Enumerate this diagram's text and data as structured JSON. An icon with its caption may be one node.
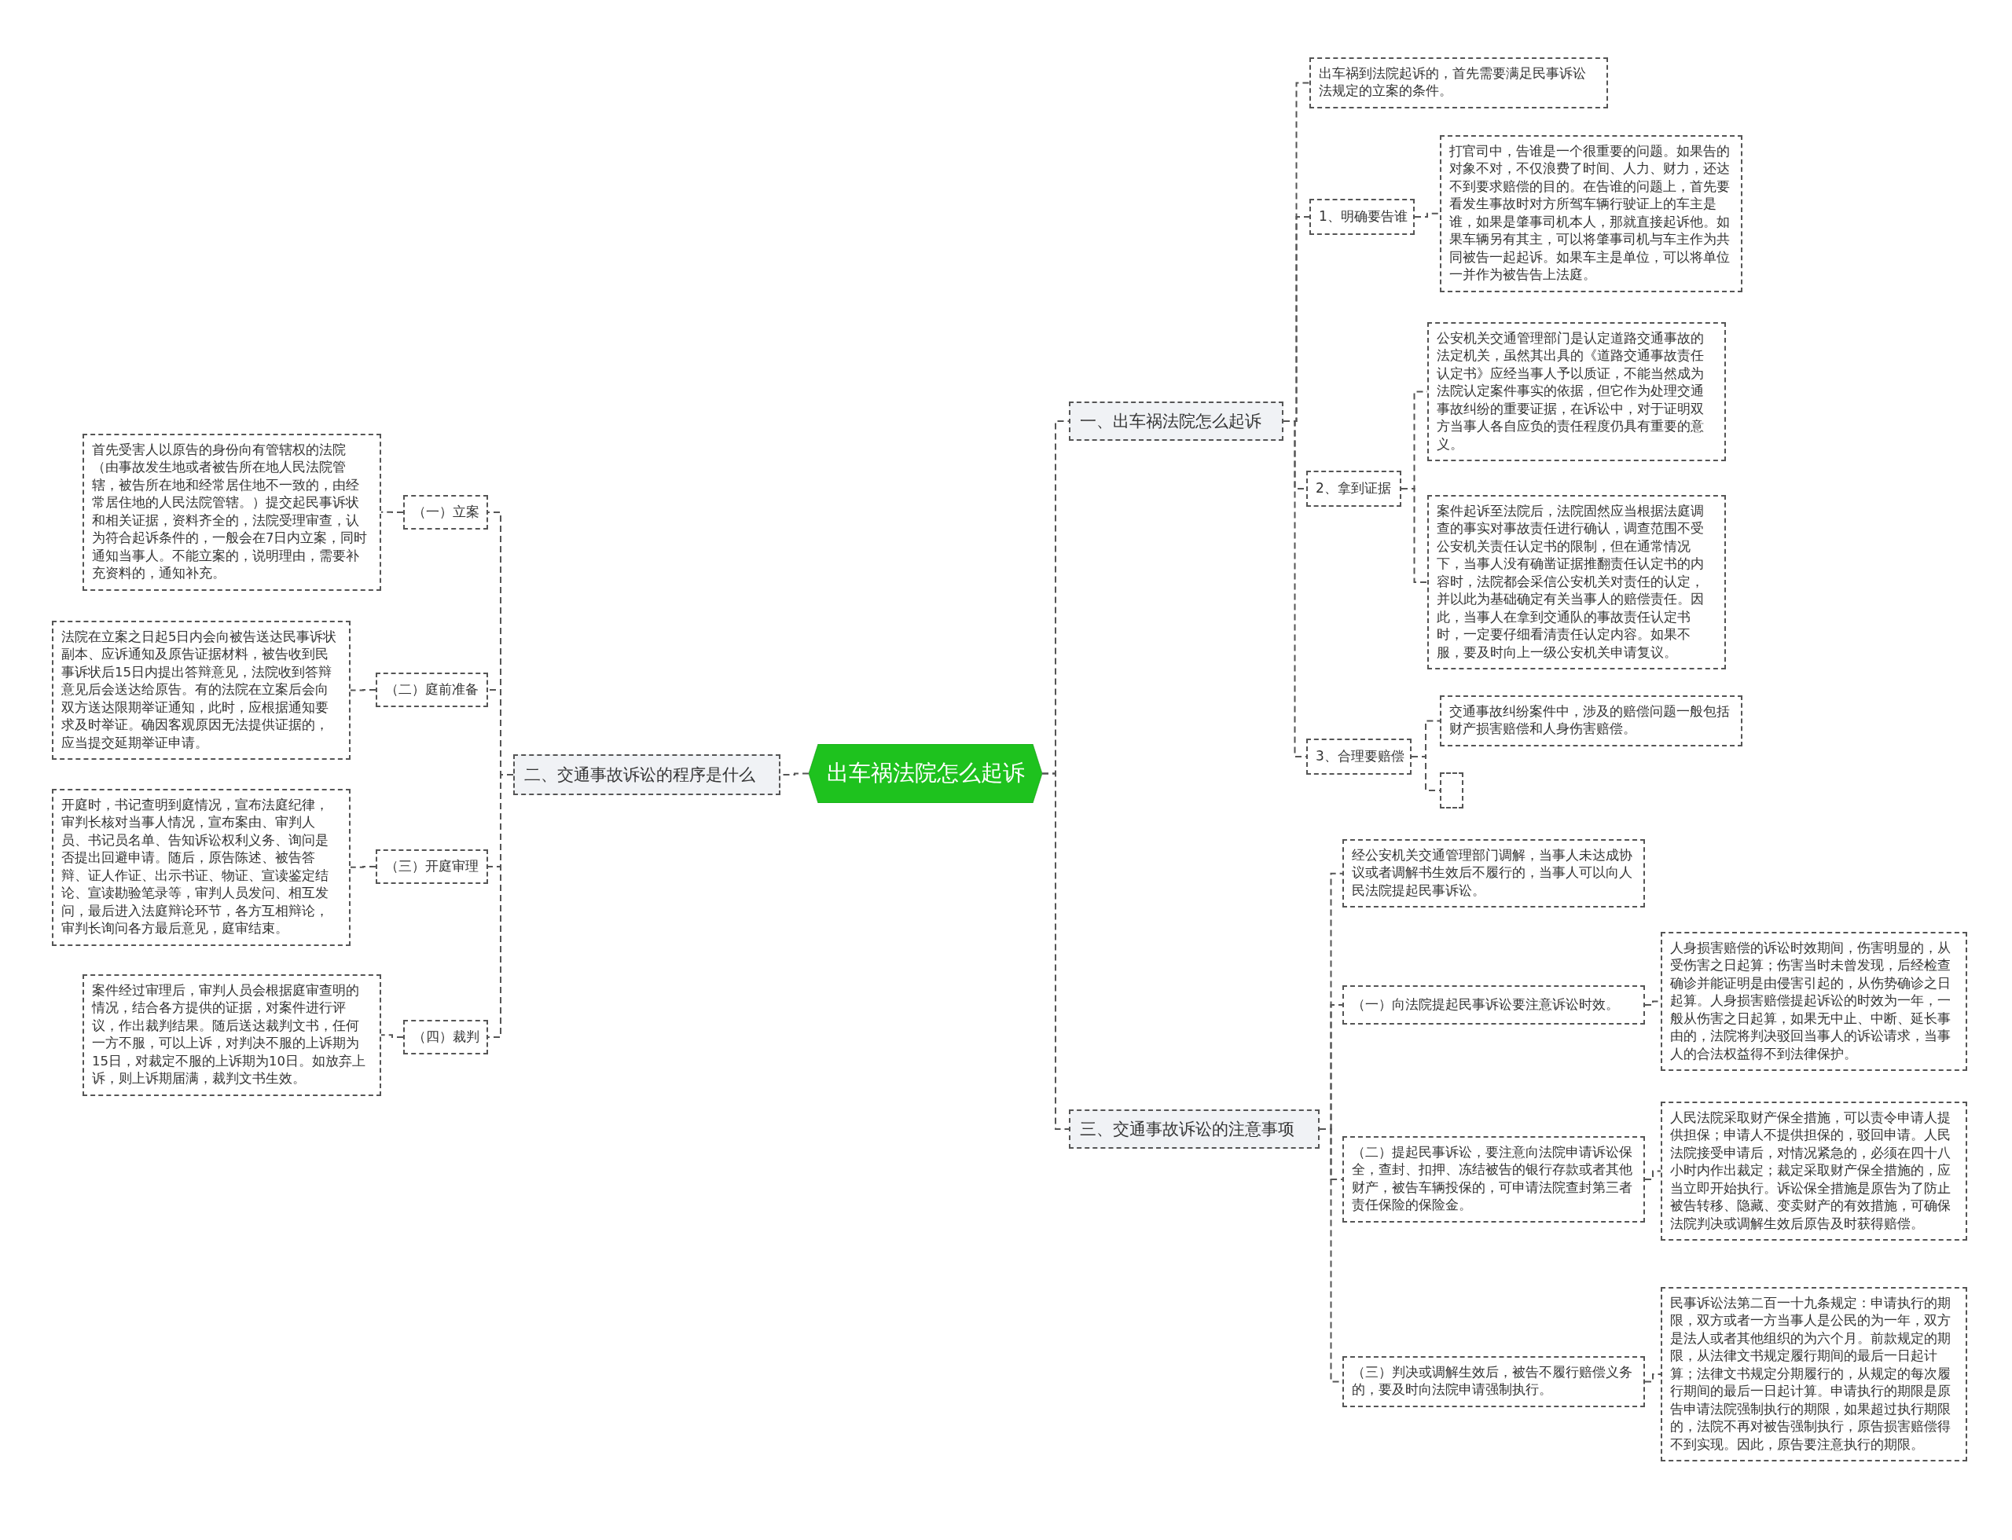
{
  "diagram": {
    "nodes": [
      {
        "text": [
          "出车祸法院怎么起诉"
        ]
      },
      {
        "text": [
          "一、出车祸法院怎么起诉"
        ]
      },
      {
        "text": [
          "出车祸到法院起诉的，首先需要满足民事诉讼法规定的立案的条件。"
        ]
      },
      {
        "text": [
          "1、明确要告谁"
        ]
      },
      {
        "text": [
          "打官司中，告谁是一个很重要的问题。如果告的对象不对，不仅浪费了时间、人力、财力，还达不到要求赔偿的目的。在告谁的问题上，首先要看发生事故时对方所驾车辆行驶证上的车主是谁，如果是肇事司机本人，那就直接起诉他。如果车辆另有其主，可以将肇事司机与车主作为共同被告一起起诉。如果车主是单位，可以将单位一并作为被告告上法庭。"
        ]
      },
      {
        "text": [
          "2、拿到证据"
        ]
      },
      {
        "text": [
          "公安机关交通管理部门是认定道路交通事故的法定机关，虽然其出具的《道路交通事故责任认定书》应经当事人予以质证，不能当然成为法院认定案件事实的依据，但它作为处理交通事故纠纷的重要证据，在诉讼中，对于证明双方当事人各自应负的责任程度仍具有重要的意义。"
        ]
      },
      {
        "text": [
          "案件起诉至法院后，法院固然应当根据法庭调查的事实对事故责任进行确认，调查范围不受公安机关责任认定书的限制，但在通常情况下，当事人没有确凿证据推翻责任认定书的内容时，法院都会采信公安机关对责任的认定，并以此为基础确定有关当事人的赔偿责任。因此，当事人在拿到交通队的事故责任认定书时，一定要仔细看清责任认定内容。如果不服，要及时向上一级公安机关申请复议。"
        ]
      },
      {
        "text": [
          "3、合理要赔偿"
        ]
      },
      {
        "text": [
          "交通事故纠纷案件中，涉及的赔偿问题一般包括财产损害赔偿和人身伤害赔偿。"
        ]
      },
      {
        "text": [],
        "shape": "box"
      },
      {
        "text": [
          "二、交通事故诉讼的程序是什么"
        ]
      },
      {
        "text": [
          "（一）立案"
        ]
      },
      {
        "text": [
          "首先受害人以原告的身份向有管辖权的法院（由事故发生地或者被告所在地人民法院管辖，被告所在地和经常居住地不一致的，由经常居住地的人民法院管辖。）提交起民事诉状和相关证据，资料齐全的，法院受理审查，认为符合起诉条件的，一般会在7日内立案，同时通知当事人。不能立案的，说明理由，需要补充资料的，通知补充。"
        ]
      },
      {
        "text": [
          "（二）庭前准备"
        ]
      },
      {
        "text": [
          "法院在立案之日起5日内会向被告送达民事诉状副本、应诉通知及原告证据材料，被告收到民事诉状后15日内提出答辩意见，法院收到答辩意见后会送达给原告。有的法院在立案后会向双方送达限期举证通知，此时，应根据通知要求及时举证。确因客观原因无法提供证据的，应当提交延期举证申请。"
        ]
      },
      {
        "text": [
          "（三）开庭审理"
        ]
      },
      {
        "text": [
          "开庭时，书记查明到庭情况，宣布法庭纪律，审判长核对当事人情况，宣布案由、审判人员、书记员名单、告知诉讼权利义务、询问是否提出回避申请。随后，原告陈述、被告答辩、证人作证、出示书证、物证、宣读鉴定结论、宣读勘验笔录等，审判人员发问、相互发问，最后进入法庭辩论环节，各方互相辩论，审判长询问各方最后意见，庭审结束。"
        ]
      },
      {
        "text": [
          "（四）裁判"
        ]
      },
      {
        "text": [
          "案件经过审理后，审判人员会根据庭审查明的情况，结合各方提供的证据，对案件进行评议，作出裁判结果。随后送达裁判文书，任何一方不服，可以上诉，对判决不服的上诉期为15日，对裁定不服的上诉期为10日。如放弃上诉，则上诉期届满，裁判文书生效。"
        ]
      },
      {
        "text": [
          "三、交通事故诉讼的注意事项"
        ]
      },
      {
        "text": [
          "经公安机关交通管理部门调解，当事人未达成协议或者调解书生效后不履行的，当事人可以向人民法院提起民事诉讼。"
        ]
      },
      {
        "text": [
          "（一）向法院提起民事诉讼要注意诉讼时效。"
        ]
      },
      {
        "text": [
          "人身损害赔偿的诉讼时效期间，伤害明显的，从受伤害之日起算；伤害当时未曾发现，后经检查确诊并能证明是由侵害引起的，从伤势确诊之日起算。人身损害赔偿提起诉讼的时效为一年，一般从伤害之日起算，如果无中止、中断、延长事由的，法院将判决驳回当事人的诉讼请求，当事人的合法权益得不到法律保护。"
        ]
      },
      {
        "text": [
          "（二）提起民事诉讼，要注意向法院申请诉讼保全，查封、扣押、冻结被告的银行存款或者其他财产，被告车辆投保的，可申请法院查封第三者责任保险的保险金。"
        ]
      },
      {
        "text": [
          "人民法院采取财产保全措施，可以责令申请人提供担保；申请人不提供担保的，驳回申请。人民法院接受申请后，对情况紧急的，必须在四十八小时内作出裁定；裁定采取财产保全措施的，应当立即开始执行。诉讼保全措施是原告为了防止被告转移、隐藏、变卖财产的有效措施，可确保法院判决或调解生效后原告及时获得赔偿。"
        ]
      },
      {
        "text": [
          "（三）判决或调解生效后，被告不履行赔偿义务的，要及时向法院申请强制执行。"
        ]
      },
      {
        "text": [
          "民事诉讼法第二百一十九条规定：申请执行的期限，双方或者一方当事人是公民的为一年，双方是法人或者其他组织的为六个月。前款规定的期限，从法律文书规定履行期间的最后一日起计算；法律文书规定分期履行的，从规定的每次履行期间的最后一日起计算。申请执行的期限是原告申请法院强制执行的期限，如果超过执行期限的，法院不再对被告强制执行，原告损害赔偿得不到实现。因此，原告要注意执行的期限。"
        ]
      }
    ],
    "edges": [
      {
        "from": 0,
        "to": 1,
        "arrow": "none"
      },
      {
        "from": 0,
        "to": 11,
        "arrow": "none"
      },
      {
        "from": 0,
        "to": 20,
        "arrow": "none"
      },
      {
        "from": 1,
        "to": 2,
        "arrow": "none"
      },
      {
        "from": 1,
        "to": 3,
        "arrow": "none"
      },
      {
        "from": 1,
        "to": 5,
        "arrow": "none"
      },
      {
        "from": 1,
        "to": 8,
        "arrow": "none"
      },
      {
        "from": 3,
        "to": 4,
        "arrow": "none"
      },
      {
        "from": 5,
        "to": 6,
        "arrow": "none"
      },
      {
        "from": 5,
        "to": 7,
        "arrow": "none"
      },
      {
        "from": 8,
        "to": 9,
        "arrow": "none"
      },
      {
        "from": 8,
        "to": 10,
        "arrow": "none"
      },
      {
        "from": 11,
        "to": 12,
        "arrow": "none"
      },
      {
        "from": 11,
        "to": 14,
        "arrow": "none"
      },
      {
        "from": 11,
        "to": 16,
        "arrow": "none"
      },
      {
        "from": 11,
        "to": 18,
        "arrow": "none"
      },
      {
        "from": 12,
        "to": 13,
        "arrow": "none"
      },
      {
        "from": 14,
        "to": 15,
        "arrow": "none"
      },
      {
        "from": 16,
        "to": 17,
        "arrow": "none"
      },
      {
        "from": 18,
        "to": 19,
        "arrow": "none"
      },
      {
        "from": 20,
        "to": 21,
        "arrow": "none"
      },
      {
        "from": 20,
        "to": 22,
        "arrow": "none"
      },
      {
        "from": 20,
        "to": 24,
        "arrow": "none"
      },
      {
        "from": 20,
        "to": 26,
        "arrow": "none"
      },
      {
        "from": 22,
        "to": 23,
        "arrow": "none"
      },
      {
        "from": 24,
        "to": 25,
        "arrow": "none"
      },
      {
        "from": 26,
        "to": 27,
        "arrow": "none"
      }
    ]
  }
}
